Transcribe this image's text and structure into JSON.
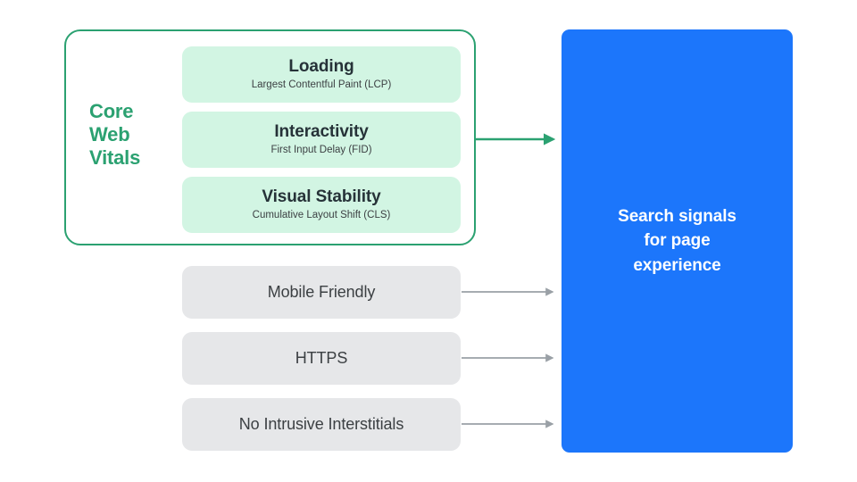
{
  "diagram": {
    "title": "Search signals for page experience",
    "colors": {
      "green_accent": "#2BA171",
      "green_card_fill": "#D2F5E3",
      "gray_card_fill": "#E6E7E9",
      "blue_panel": "#1C76FB",
      "text_dark": "#3C4043",
      "arrow_gray": "#9AA0A6",
      "white": "#FFFFFF"
    },
    "core_web_vitals": {
      "label": "Core\nWeb\nVitals",
      "metrics": [
        {
          "title": "Loading",
          "subtitle": "Largest Contentful Paint (LCP)",
          "abbr": "LCP"
        },
        {
          "title": "Interactivity",
          "subtitle": "First Input Delay (FID)",
          "abbr": "FID"
        },
        {
          "title": "Visual Stability",
          "subtitle": "Cumulative Layout Shift (CLS)",
          "abbr": "CLS"
        }
      ]
    },
    "other_signals": [
      {
        "label": "Mobile Friendly"
      },
      {
        "label": "HTTPS"
      },
      {
        "label": "No Intrusive Interstitials"
      }
    ],
    "destination": {
      "label": "Search signals\nfor page\nexperience"
    },
    "connectors": [
      {
        "from": "core-web-vitals-group",
        "to": "destination",
        "color": "#2BA171",
        "style": "solid-arrow"
      },
      {
        "from": "signal-mobile-friendly",
        "to": "destination",
        "color": "#9AA0A6",
        "style": "solid-arrow"
      },
      {
        "from": "signal-https",
        "to": "destination",
        "color": "#9AA0A6",
        "style": "solid-arrow"
      },
      {
        "from": "signal-no-intrusive-interstitials",
        "to": "destination",
        "color": "#9AA0A6",
        "style": "solid-arrow"
      }
    ]
  }
}
